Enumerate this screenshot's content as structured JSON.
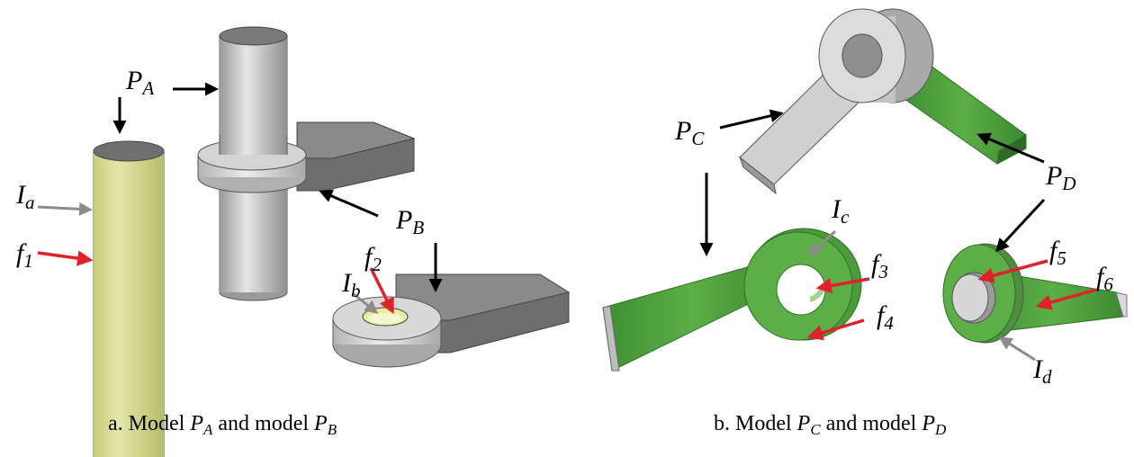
{
  "colors": {
    "yellow_part": "#d6dc8e",
    "gray_part": "#c9c9c9",
    "green_part": "#5cae46",
    "arrow_black": "#000000",
    "arrow_red": "#e0202a",
    "arrow_gray": "#8c8c8c"
  },
  "panel_a": {
    "caption_prefix": "a. Model ",
    "caption_pa_main": "P",
    "caption_pa_sub": "A",
    "caption_mid": " and model ",
    "caption_pb_main": "P",
    "caption_pb_sub": "B",
    "labels": {
      "PA": {
        "main": "P",
        "sub": "A"
      },
      "PB": {
        "main": "P",
        "sub": "B"
      },
      "Ia": {
        "main": "I",
        "sub": "a"
      },
      "Ib": {
        "main": "I",
        "sub": "b"
      },
      "f1": {
        "main": "f",
        "sub": "1"
      },
      "f2": {
        "main": "f",
        "sub": "2"
      }
    }
  },
  "panel_b": {
    "caption_prefix": "b. Model ",
    "caption_pc_main": "P",
    "caption_pc_sub": "C",
    "caption_mid": " and model ",
    "caption_pd_main": "P",
    "caption_pd_sub": "D",
    "labels": {
      "PC": {
        "main": "P",
        "sub": "C"
      },
      "PD": {
        "main": "P",
        "sub": "D"
      },
      "Ic": {
        "main": "I",
        "sub": "c"
      },
      "Id": {
        "main": "I",
        "sub": "d"
      },
      "f3": {
        "main": "f",
        "sub": "3"
      },
      "f4": {
        "main": "f",
        "sub": "4"
      },
      "f5": {
        "main": "f",
        "sub": "5"
      },
      "f6": {
        "main": "f",
        "sub": "6"
      }
    }
  }
}
